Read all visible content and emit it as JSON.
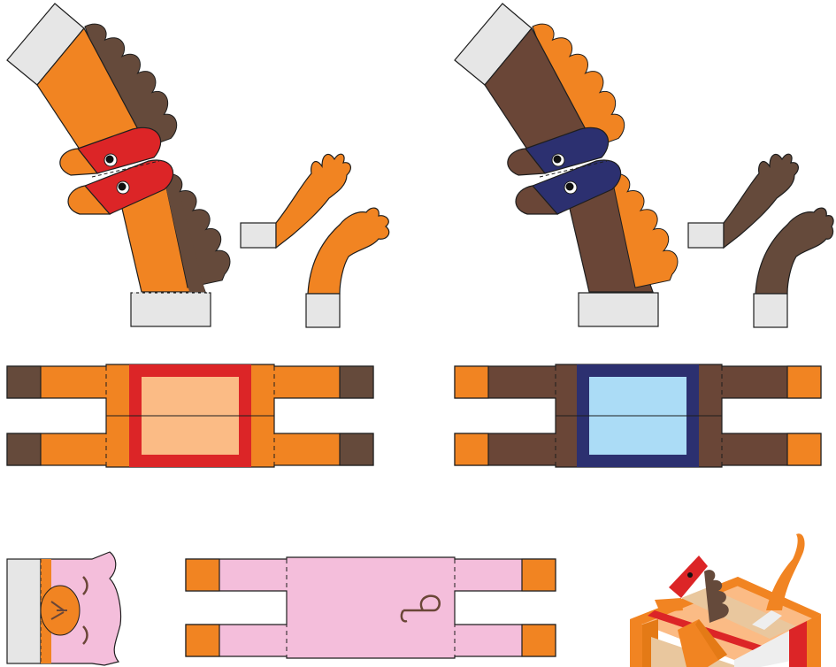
{
  "colors": {
    "orange": "#f18422",
    "brown": "#6a4637",
    "dark_brown": "#654a3b",
    "red": "#dc2527",
    "navy": "#2c3070",
    "tab_grey": "#e6e6e6",
    "peach": "#fbbb85",
    "light_blue": "#abdcf6",
    "pink": "#f4bedb",
    "outline": "#1e1e1e"
  },
  "sheet": {
    "pieces": [
      {
        "name": "red-rooster-head-neck",
        "colors": [
          "orange",
          "dark_brown",
          "red"
        ]
      },
      {
        "name": "orange-rooster-tail",
        "colors": [
          "orange"
        ]
      },
      {
        "name": "navy-rooster-head-neck",
        "colors": [
          "brown",
          "orange",
          "navy"
        ]
      },
      {
        "name": "brown-rooster-tail",
        "colors": [
          "dark_brown"
        ]
      },
      {
        "name": "orange-body-strip",
        "colors": [
          "orange",
          "dark_brown",
          "red",
          "peach"
        ]
      },
      {
        "name": "brown-body-strip",
        "colors": [
          "brown",
          "orange",
          "navy",
          "light_blue"
        ]
      },
      {
        "name": "pig-head",
        "colors": [
          "pink",
          "orange"
        ]
      },
      {
        "name": "pig-body-strip",
        "colors": [
          "pink",
          "orange"
        ]
      },
      {
        "name": "assembled-rooster-preview",
        "colors": [
          "orange",
          "red",
          "peach"
        ]
      }
    ]
  }
}
